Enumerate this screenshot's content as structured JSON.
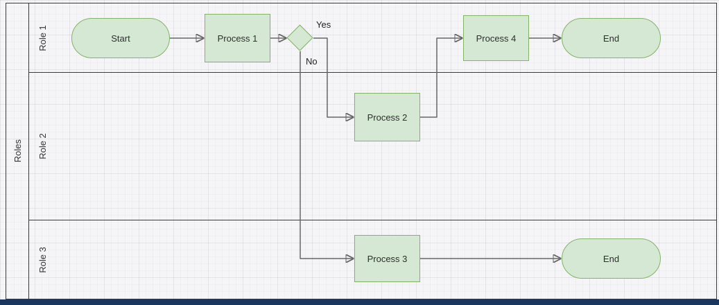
{
  "diagram": {
    "pool": {
      "label": "Roles"
    },
    "lanes": [
      {
        "label": "Role 1"
      },
      {
        "label": "Role 2"
      },
      {
        "label": "Role 3"
      }
    ],
    "nodes": [
      {
        "id": "start",
        "type": "terminator",
        "lane": "Role 1",
        "label": "Start"
      },
      {
        "id": "process1",
        "type": "process",
        "lane": "Role 1",
        "label": "Process 1"
      },
      {
        "id": "decision",
        "type": "decision",
        "lane": "Role 1",
        "label": ""
      },
      {
        "id": "process2",
        "type": "process",
        "lane": "Role 2",
        "label": "Process 2"
      },
      {
        "id": "process4",
        "type": "process",
        "lane": "Role 1",
        "label": "Process 4"
      },
      {
        "id": "end_top",
        "type": "terminator",
        "lane": "Role 1",
        "label": "End"
      },
      {
        "id": "process3",
        "type": "process",
        "lane": "Role 3",
        "label": "Process 3"
      },
      {
        "id": "end_bottom",
        "type": "terminator",
        "lane": "Role 3",
        "label": "End"
      }
    ],
    "edges": [
      {
        "from": "start",
        "to": "process1",
        "label": ""
      },
      {
        "from": "process1",
        "to": "decision",
        "label": ""
      },
      {
        "from": "decision",
        "to": "process2",
        "label": "Yes"
      },
      {
        "from": "decision",
        "to": "process3",
        "label": "No"
      },
      {
        "from": "process2",
        "to": "process4",
        "label": ""
      },
      {
        "from": "process4",
        "to": "end_top",
        "label": ""
      },
      {
        "from": "process3",
        "to": "end_bottom",
        "label": ""
      }
    ],
    "colors": {
      "node_fill": "#d5e8d4",
      "node_stroke": "#82b366",
      "edge": "#666666",
      "lane_border": "#3a3a3a",
      "bottom_bar": "#18365f"
    }
  }
}
